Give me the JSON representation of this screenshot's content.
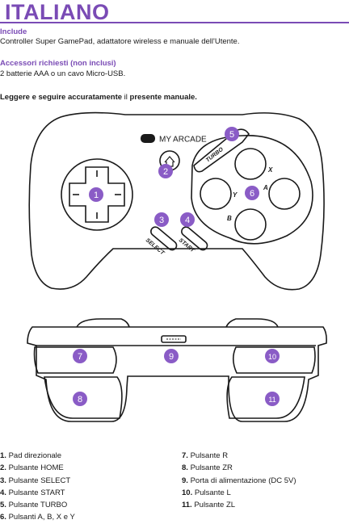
{
  "page": {
    "title": "ITALIANO",
    "include_heading": "Include",
    "include_text": "Controller Super GamePad, adattatore wireless e manuale dell'Utente.",
    "accessories_heading": "Accessori richiesti (non inclusi)",
    "accessories_text": "2 batterie AAA o un cavo Micro-USB.",
    "notice_part1": "Leggere e seguire accuratamente",
    "notice_part2": " il ",
    "notice_part3": "presente manuale."
  },
  "figure": {
    "brand": "MY ARCADE",
    "turbo_label": "TURBO",
    "select_label": "SELECT",
    "start_label": "START",
    "face_buttons": {
      "x": "X",
      "a": "A",
      "y": "Y",
      "b": "B"
    },
    "badges": [
      "1",
      "2",
      "3",
      "4",
      "5",
      "6",
      "7",
      "8",
      "9",
      "10",
      "11"
    ]
  },
  "legend_left": [
    {
      "num": "1.",
      "text": "Pad direzionale"
    },
    {
      "num": "2.",
      "text": "Pulsante HOME"
    },
    {
      "num": "3.",
      "text": "Pulsante SELECT"
    },
    {
      "num": "4.",
      "text": "Pulsante START"
    },
    {
      "num": "5.",
      "text": "Pulsante TURBO"
    },
    {
      "num": "6.",
      "text": "Pulsanti A, B, X e Y"
    }
  ],
  "legend_right": [
    {
      "num": "7.",
      "text": "Pulsante R"
    },
    {
      "num": "8.",
      "text": "Pulsante ZR"
    },
    {
      "num": "9.",
      "text": "Porta di alimentazione (DC 5V)"
    },
    {
      "num": "10.",
      "text": "Pulsante L"
    },
    {
      "num": "11.",
      "text": "Pulsante ZL"
    }
  ],
  "colors": {
    "accent": "#7a4bb5",
    "badge": "#8a5cc6",
    "ink": "#1a1a1a"
  }
}
